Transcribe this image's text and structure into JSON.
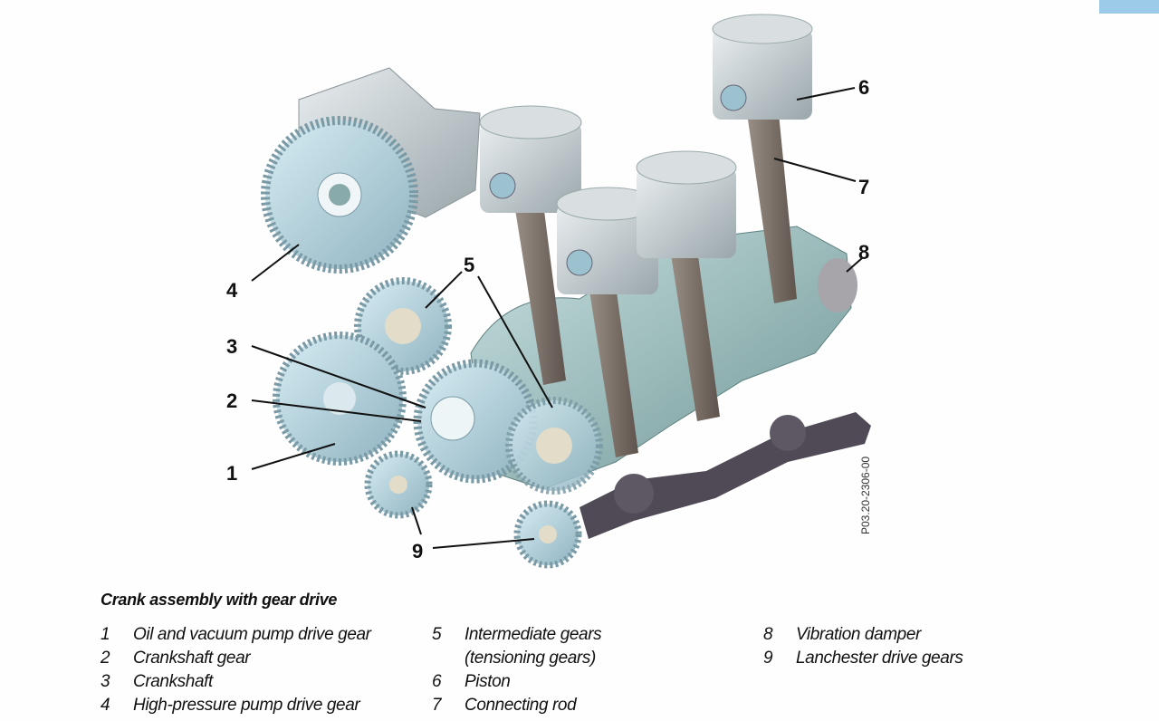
{
  "figure": {
    "code": "P03.20-2306-00",
    "callouts": [
      "1",
      "2",
      "3",
      "4",
      "5",
      "6",
      "7",
      "8",
      "9"
    ]
  },
  "caption": "Crank assembly with gear drive",
  "legend": {
    "col1": [
      {
        "num": "1",
        "text": "Oil and vacuum pump drive gear"
      },
      {
        "num": "2",
        "text": "Crankshaft gear"
      },
      {
        "num": "3",
        "text": "Crankshaft"
      },
      {
        "num": "4",
        "text": "High-pressure pump drive gear"
      }
    ],
    "col2": [
      {
        "num": "5",
        "text": "Intermediate gears"
      },
      {
        "num": "",
        "text": "(tensioning gears)"
      },
      {
        "num": "6",
        "text": "Piston"
      },
      {
        "num": "7",
        "text": "Connecting rod"
      }
    ],
    "col3": [
      {
        "num": "8",
        "text": "Vibration damper"
      },
      {
        "num": "9",
        "text": "Lanchester drive gears"
      }
    ]
  }
}
